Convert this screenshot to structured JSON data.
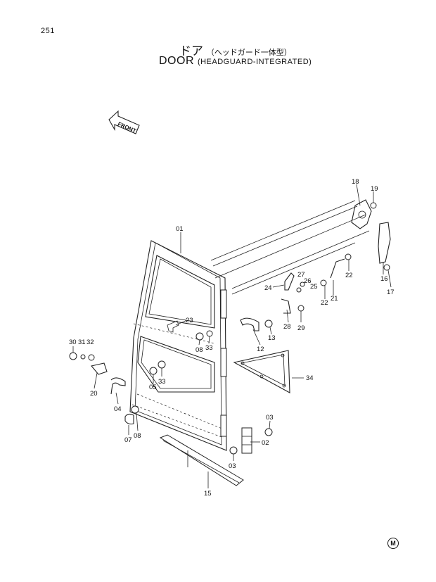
{
  "page_number": "251",
  "title_jp": "ドア",
  "title_jp_sub": "（ヘッドガード一体型）",
  "title_en": "DOOR",
  "title_en_sub": "(HEADGUARD-INTEGRATED)",
  "front_arrow_label": "FRONT",
  "corner_mark": "M",
  "part_labels": {
    "p01": "01",
    "p02": "02",
    "p03a": "03",
    "p03b": "03",
    "p04": "04",
    "p05": "05",
    "p07": "07",
    "p08a": "08",
    "p08b": "08",
    "p12": "12",
    "p13": "13",
    "p15": "15",
    "p16": "16",
    "p17": "17",
    "p18": "18",
    "p19": "19",
    "p20": "20",
    "p21": "21",
    "p22a": "22",
    "p22b": "22",
    "p23": "23",
    "p24": "24",
    "p25": "25",
    "p26": "26",
    "p27": "27",
    "p28": "28",
    "p29": "29",
    "p30": "30",
    "p31": "31",
    "p32": "32",
    "p33a": "33",
    "p33b": "33",
    "p34": "34"
  }
}
